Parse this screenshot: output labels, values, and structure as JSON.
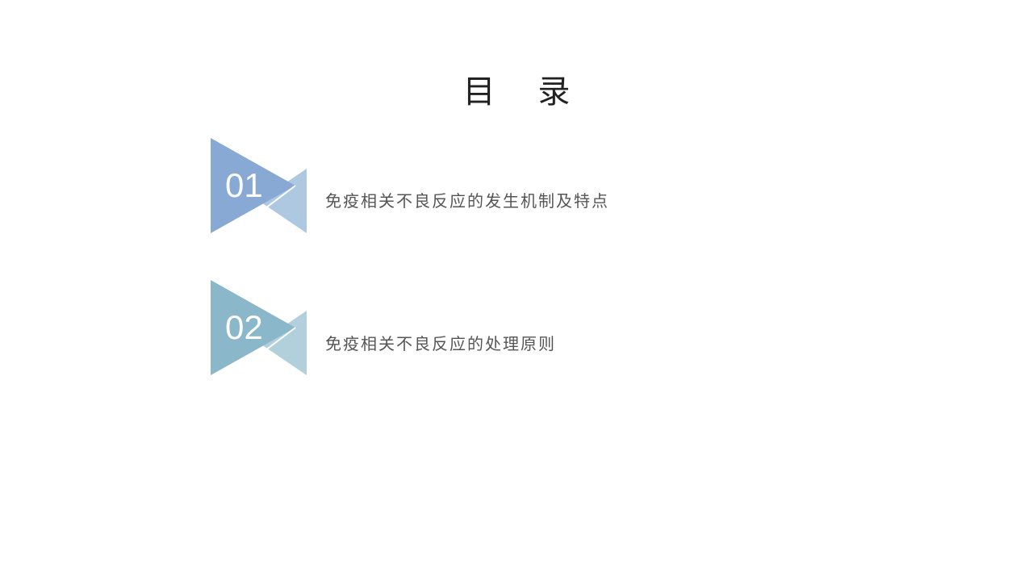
{
  "page": {
    "title": "目 录"
  },
  "toc": {
    "items": [
      {
        "number": "01",
        "label": "免疫相关不良反应的发生机制及特点",
        "colors": {
          "main": "#87a9d4",
          "secondary": "#afc8e2"
        }
      },
      {
        "number": "02",
        "label": "免疫相关不良反应的处理原则",
        "colors": {
          "main": "#8ab7c9",
          "secondary": "#b2d0db"
        }
      }
    ]
  }
}
